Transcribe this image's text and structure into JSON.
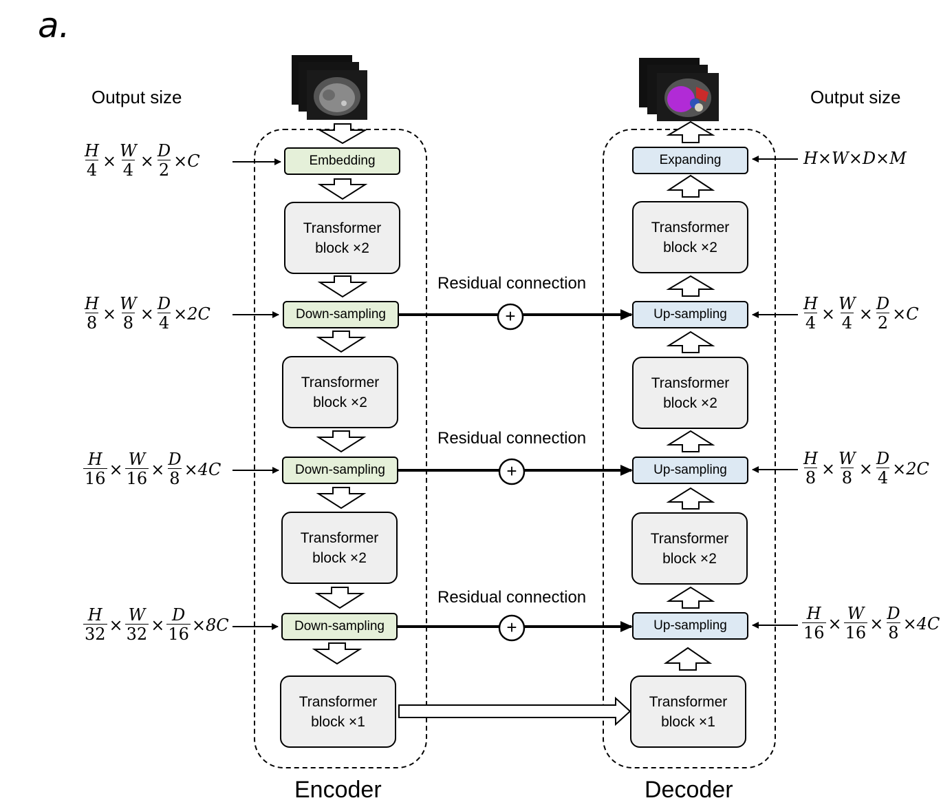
{
  "panel_label": "a.",
  "output_size_left": "Output size",
  "output_size_right": "Output size",
  "encoder_label": "Encoder",
  "decoder_label": "Decoder",
  "residual_label": "Residual connection",
  "encoder": {
    "embedding": "Embedding",
    "transformer_1": [
      "Transformer",
      "block ×2"
    ],
    "down_1": "Down-sampling",
    "transformer_2": [
      "Transformer",
      "block ×2"
    ],
    "down_2": "Down-sampling",
    "transformer_3": [
      "Transformer",
      "block ×2"
    ],
    "down_3": "Down-sampling",
    "transformer_4": [
      "Transformer",
      "block ×1"
    ]
  },
  "decoder": {
    "expanding": "Expanding",
    "transformer_1": [
      "Transformer",
      "block ×2"
    ],
    "up_1": "Up-sampling",
    "transformer_2": [
      "Transformer",
      "block ×2"
    ],
    "up_2": "Up-sampling",
    "transformer_3": [
      "Transformer",
      "block ×2"
    ],
    "up_3": "Up-sampling",
    "transformer_4": [
      "Transformer",
      "block ×1"
    ]
  },
  "sizes_left": {
    "s1": {
      "h": "4",
      "w": "4",
      "d": "2",
      "tail": "×C"
    },
    "s2": {
      "h": "8",
      "w": "8",
      "d": "4",
      "tail": "×2C"
    },
    "s3": {
      "h": "16",
      "w": "16",
      "d": "8",
      "tail": "×4C"
    },
    "s4": {
      "h": "32",
      "w": "32",
      "d": "16",
      "tail": "×8C"
    }
  },
  "sizes_right": {
    "top": "H×W×D×M",
    "r1": {
      "h": "4",
      "w": "4",
      "d": "2",
      "tail": "×C"
    },
    "r2": {
      "h": "8",
      "w": "8",
      "d": "4",
      "tail": "×2C"
    },
    "r3": {
      "h": "16",
      "w": "16",
      "d": "8",
      "tail": "×4C"
    }
  },
  "symbols": {
    "H": "H",
    "W": "W",
    "D": "D",
    "times": "×",
    "plus": "+"
  },
  "colors": {
    "green_block": "#e5f0d9",
    "blue_block": "#dde9f3",
    "gray_block": "#efefef",
    "mask_magenta": "#b12bd6",
    "mask_red": "#cc2a2a",
    "mask_blue": "#2f52b8"
  }
}
